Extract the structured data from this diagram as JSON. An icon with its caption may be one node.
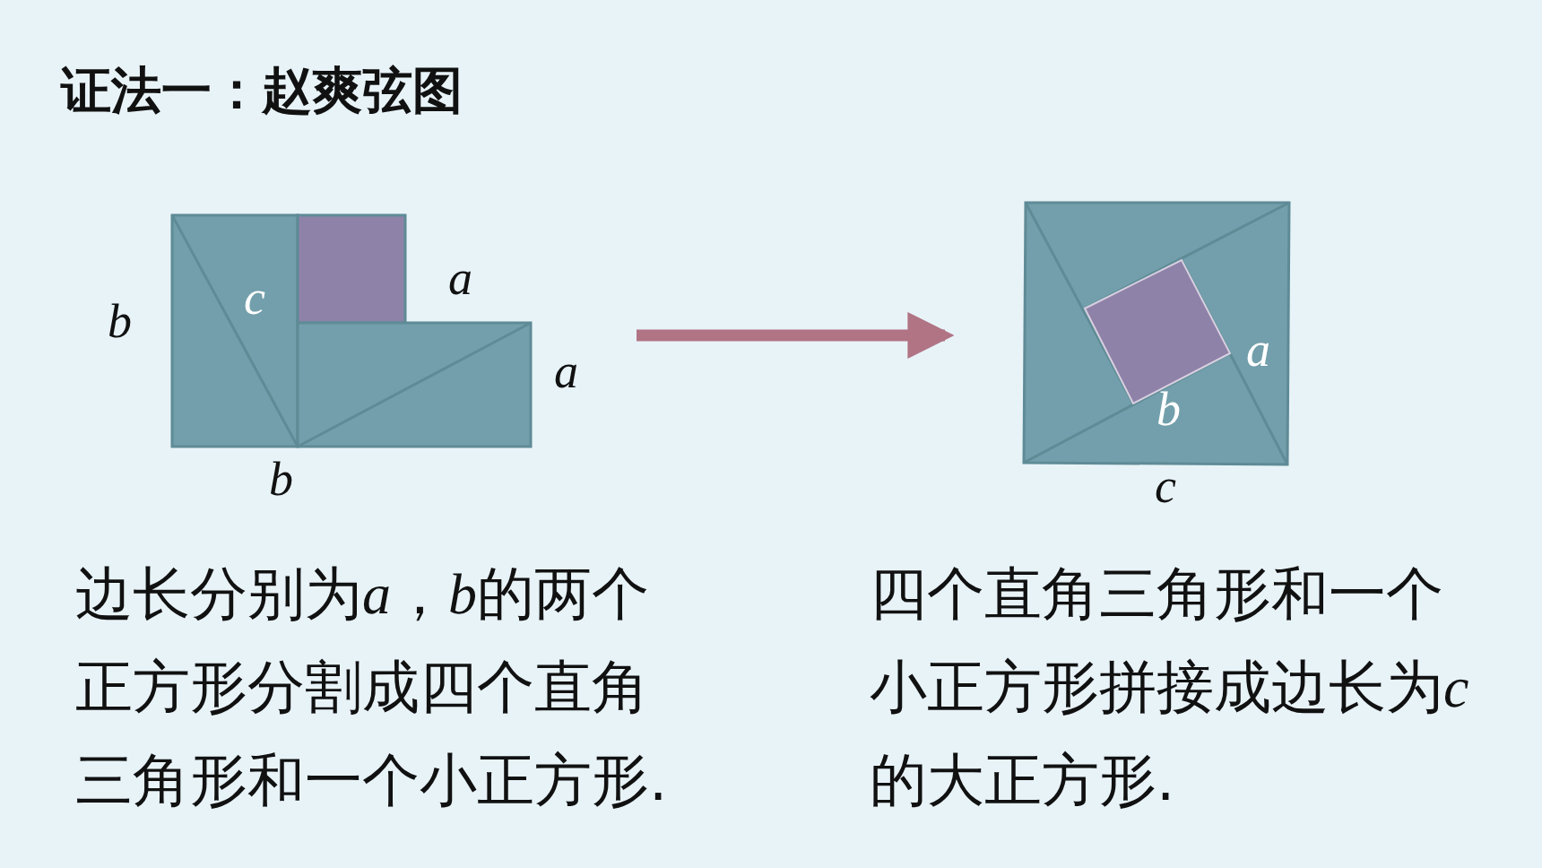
{
  "diagram": {
    "title": "证法一：赵爽弦图",
    "nodes": [
      {
        "text": [],
        "shape": "picture",
        "beside": [
          "b",
          "a",
          "b"
        ]
      },
      {
        "text": [],
        "shape": "picture",
        "beside": [
          "c"
        ]
      }
    ],
    "edges": [
      {
        "from": 0,
        "to": 1,
        "arrow": "to"
      }
    ],
    "labels": [
      "c",
      "a",
      "a",
      "b",
      "边长分别为a，b的两个正方形分割成四个直角三角形和一个小正方形.",
      "四个直角三角形和一个小正方形拼接成边长为c的大正方形."
    ]
  }
}
